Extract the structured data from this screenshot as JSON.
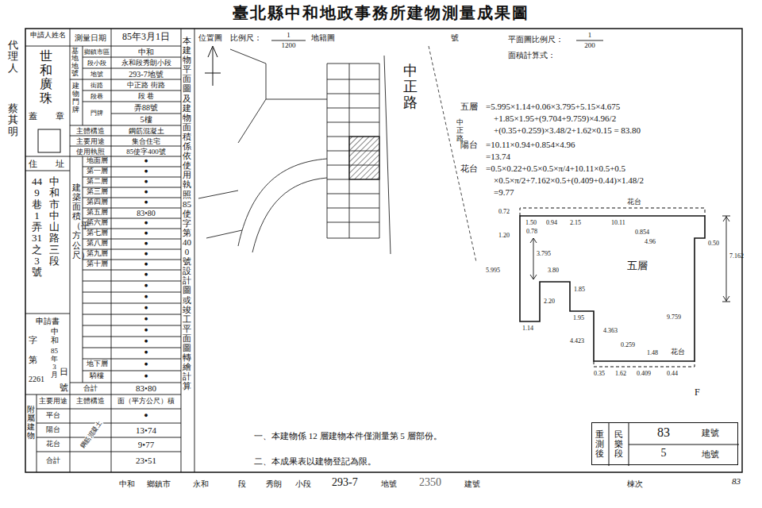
{
  "diagram": {
    "title": "臺北縣中和地政事務所建物測量成果圖",
    "nodes": [
      {
        "text": [
          "重測後",
          "民樂段",
          "83",
          "建號",
          "5",
          "地號"
        ]
      }
    ],
    "labels": [
      "代理人",
      "蔡其明",
      "申請人姓名",
      "測量日期",
      "85年3月1日",
      "世和廣珠",
      "蓋",
      "章",
      "住",
      "址",
      "449巷1弄31之3號",
      "中和市中山路三段",
      "申請書",
      "字",
      "第",
      "2261",
      "號",
      "中和",
      "85年3月",
      "日",
      "基地地號",
      "鄉鎮市區",
      "段小段",
      "地號",
      "中和",
      "永和段秀朗小段",
      "293-7地號",
      "建物門牌",
      "街路",
      "段巷",
      "門牌",
      "中正路 街路",
      "段 巷",
      "弄88號",
      "5樓",
      "主體構造",
      "主要用途",
      "使用執照",
      "鋼筋混凝土",
      "集合住宅",
      "85使字400號",
      "建築面積（平方公尺）",
      "地面層",
      "第一層",
      "第二層",
      "第三層",
      "第四層",
      "第五層",
      "第六層",
      "第七層",
      "第八層",
      "第九層",
      "第十層",
      "●",
      "●",
      "●",
      "●",
      "●",
      "83•80",
      "●",
      "●",
      "●",
      "●",
      "●",
      "●",
      "●",
      "●",
      "●",
      "●",
      "●",
      "●",
      "●",
      "地下層",
      "騎樓",
      "合計",
      "●",
      "●",
      "83•80",
      "附屬建物",
      "主要用途",
      "主體構造",
      "面（平方公尺）積",
      "平台",
      "陽台",
      "花台",
      "合計",
      "●",
      "13•74",
      "9•77",
      "23•51",
      "鋼筋混凝土",
      "本建物平面圖及建物面積係依使用執照85使字第400號設計圖或竣工平面圖轉繪計算",
      "位置圖",
      "比例尺：",
      "1",
      "1200",
      "地籍圖",
      "號",
      "平面圖比例尺：",
      "1",
      "200",
      "面積計算式：",
      "中正路",
      "中正路",
      "五層",
      "=5.995×1.14+0.06×3.795+5.15×4.675",
      "+1.85×1.95+(9.704+9.759)×4.96/2",
      "+(0.35+0.259)×3.48/2+1.62×0.15 = 83.80",
      "陽台",
      "=10.11×0.94+0.854×4.96",
      "=13.74",
      "花台",
      "=0.5×0.22+0.5×0.5×π/4+10.11×0.5+0.5",
      "×0.5×π/2+7.162×0.5+(0.409+0.44)×1.48/2",
      "=9.77",
      "0.72",
      "花台",
      "1.50",
      "0.94",
      "2.15",
      "10.11",
      "0.854",
      "4.96",
      "0.50",
      "0.78",
      "1.20",
      "3.795",
      "5.995",
      "3.80",
      "五層",
      "7.162",
      "1.85",
      "2.20",
      "1.95",
      "1.14",
      "9.759",
      "4.423",
      "4.363",
      "0.259",
      "1.48",
      "花台",
      "0.35",
      "1.62",
      "0.409",
      "0.44",
      "F",
      "一、本建物係 12 層建物本件僅測量第 5 層部份。",
      "二、本成果表以建物登記為限。",
      "中和",
      "鄉鎮市",
      "永和",
      "段",
      "秀朗",
      "小段",
      "293-7",
      "地號",
      "2350",
      "建號",
      "棟次",
      "83"
    ]
  }
}
